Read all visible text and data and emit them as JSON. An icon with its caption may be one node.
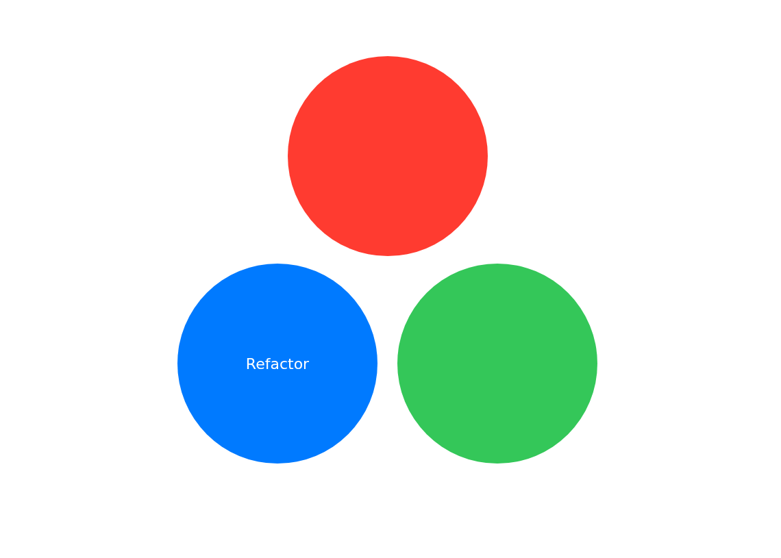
{
  "diagram": {
    "nodes": [
      {
        "text": [],
        "shape": "circle"
      },
      {
        "text": [
          "Refactor"
        ]
      },
      {
        "text": [],
        "shape": "circle"
      }
    ]
  }
}
